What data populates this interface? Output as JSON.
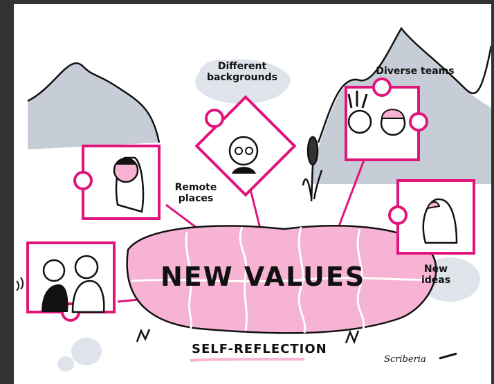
{
  "labels": {
    "different_backgrounds": "Different\nbackgrounds",
    "diverse_teams": "Diverse teams",
    "remote_places": "Remote\nplaces",
    "new_ideas": "New\nideas",
    "center": "NEW VALUES",
    "footer": "SELF-REFLECTION",
    "signature": "Scriberia"
  },
  "colors": {
    "accent": "#e0147a",
    "pink_fill": "#f6b3d3",
    "mountain": "#c6cdd6",
    "cloud": "#dfe3ea",
    "ink": "#111111"
  }
}
